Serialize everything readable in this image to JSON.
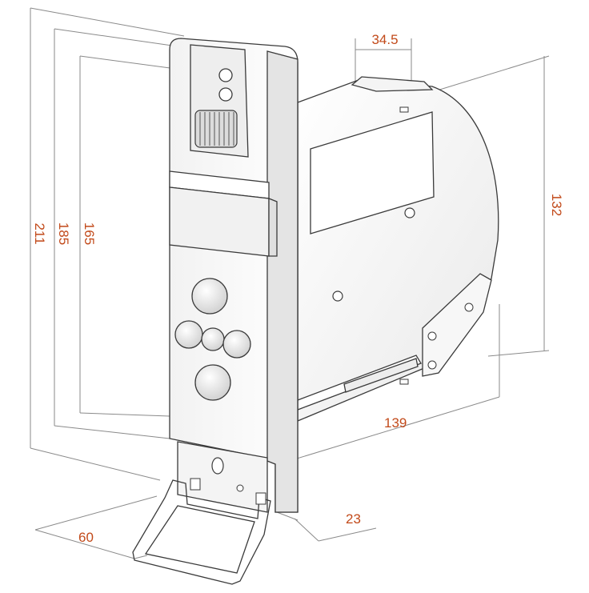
{
  "dimensions": {
    "height_total": "211",
    "height_185": "185",
    "height_165": "165",
    "depth_132": "132",
    "top_345": "34.5",
    "length_139": "139",
    "width_60": "60",
    "thickness_23": "23"
  },
  "colors": {
    "dimension_text": "#c24a1a",
    "dimension_line": "#8a8a8a",
    "outline": "#3a3a3a",
    "body_fill": "#ffffff",
    "shadow": "#d6d6d6"
  }
}
